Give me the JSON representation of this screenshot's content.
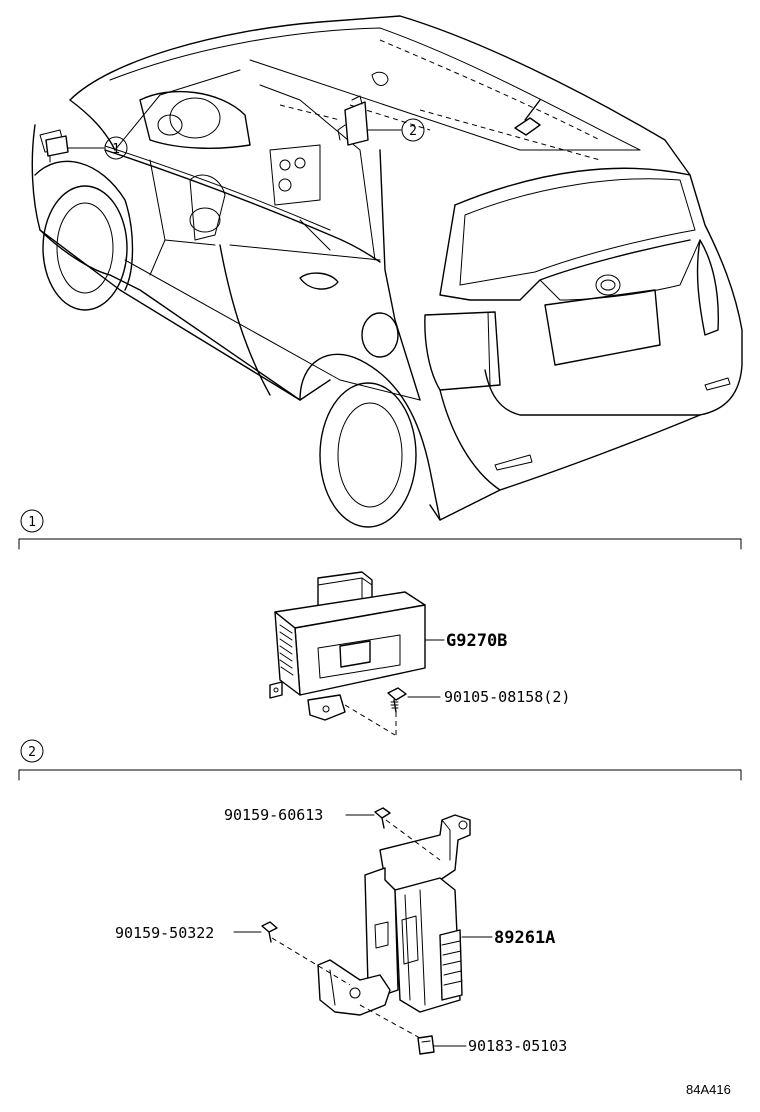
{
  "callouts": {
    "one": "1",
    "two": "2"
  },
  "section_1": {
    "label": "1",
    "parts": {
      "module": "G9270B",
      "bolt": "90105-08158(2)"
    }
  },
  "section_2": {
    "label": "2",
    "parts": {
      "bracket_assy": "89261A",
      "upper_bolt": "90159-60613",
      "left_bolt": "90159-50322",
      "clip": "90183-05103"
    }
  },
  "reference_code": "84A416"
}
